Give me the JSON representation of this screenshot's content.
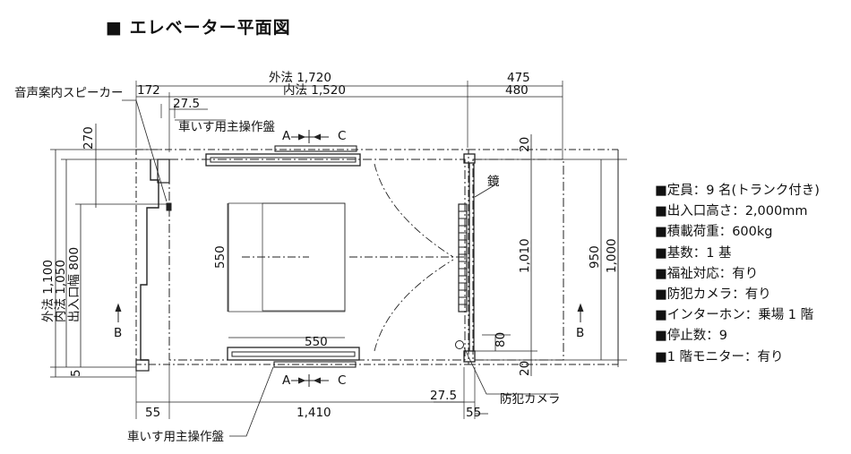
{
  "title": "■ エレベーター平面図",
  "specs": [
    "■定員：9 名(トランク付き)",
    "■出入口高さ：2,000mm",
    "■積載荷重：600kg",
    "■基数：1 基",
    "■福祉対応：有り",
    "■防犯カメラ：有り",
    "■インターホン：乗場 1 階",
    "■停止数：9",
    "■1 階モニター：有り"
  ],
  "labels": {
    "speaker": "音声案内スピーカー",
    "panel_top": "車いす用主操作盤",
    "panel_bottom": "車いす用主操作盤",
    "mirror": "鏡",
    "camera": "防犯カメラ",
    "section_a": "A",
    "section_c": "C",
    "section_b": "B"
  },
  "dimensions": {
    "outer_width": "外法  1,720",
    "inner_width": "内法  1,520",
    "d172": "172",
    "d27_5_top": "27.5",
    "d475": "475",
    "d480": "480",
    "d270": "270",
    "outer_depth": "外法  1,100",
    "inner_depth": "内法  1,050",
    "door_width": "出入口幅  800",
    "d5": "5",
    "d550_vertical": "550",
    "d550_horizontal": "550",
    "d1010": "1,010",
    "d950": "950",
    "d1000": "1,000",
    "d20_top": "20",
    "d20_bottom": "20",
    "d80": "80",
    "d55_left": "55",
    "d1410": "1,410",
    "d27_5_bottom": "27.5",
    "d55_right": "55"
  }
}
